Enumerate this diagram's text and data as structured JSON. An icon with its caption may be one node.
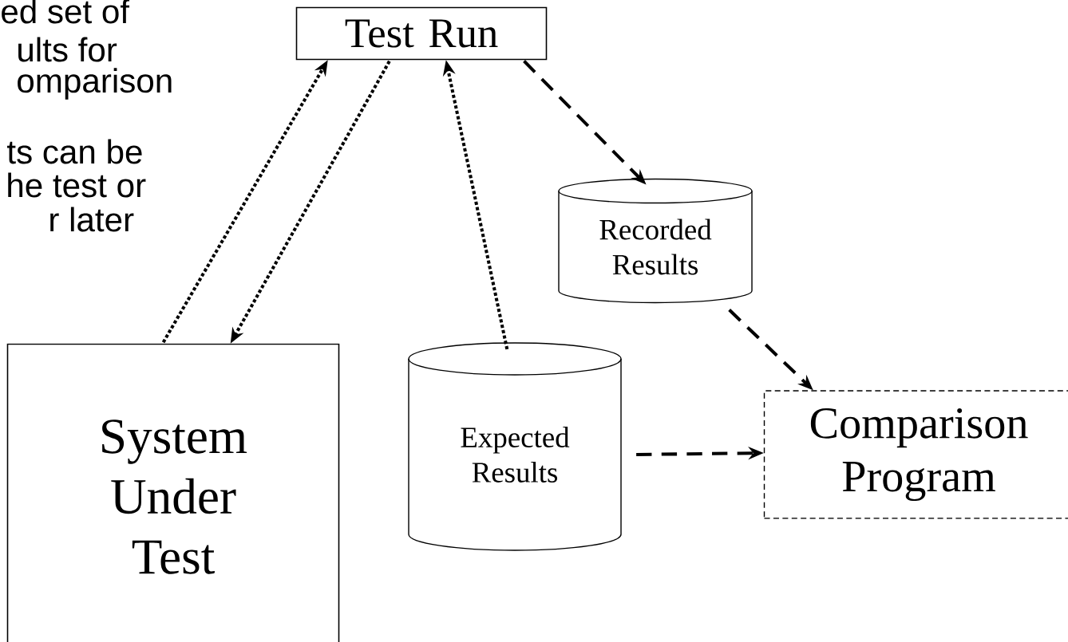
{
  "diagram": {
    "nodes": [
      {
        "text": [
          "Test Run"
        ]
      },
      {
        "text": [
          "Recorded Results"
        ]
      },
      {
        "text": [
          "System Under Test"
        ]
      },
      {
        "text": [
          "Expected Results"
        ]
      },
      {
        "text": [
          "Comparison Program"
        ]
      }
    ],
    "edges": [
      {
        "from": 2,
        "to": 0,
        "arrow": "to"
      },
      {
        "from": 0,
        "to": 2,
        "arrow": "to"
      },
      {
        "from": 3,
        "to": 0,
        "arrow": "to"
      },
      {
        "from": 0,
        "to": 1,
        "arrow": "to",
        "style": "dashed"
      },
      {
        "from": 1,
        "to": 4,
        "arrow": "to",
        "style": "dashed"
      },
      {
        "from": 3,
        "to": 4,
        "arrow": "to",
        "style": "dashed"
      }
    ],
    "labels": [
      "ed set of",
      "ults for",
      "omparison",
      "ts can be",
      "he test or",
      "r later"
    ]
  }
}
